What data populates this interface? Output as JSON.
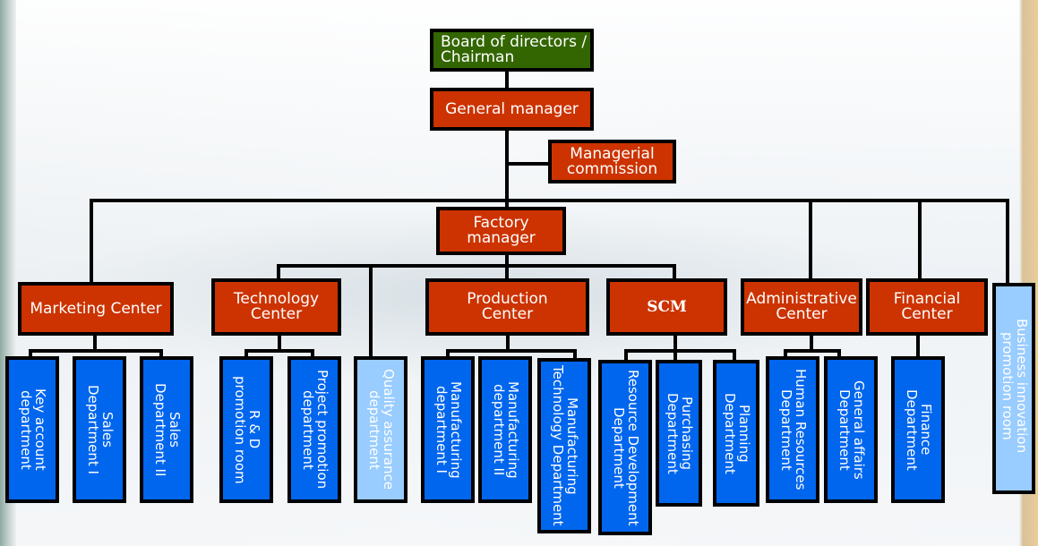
{
  "top": {
    "board": "Board of directors /\nChairman",
    "general_manager": "General manager",
    "managerial_commission": "Managerial\ncommission",
    "factory_manager": "Factory\nmanager"
  },
  "centers": {
    "marketing": "Marketing Center",
    "technology": "Technology\nCenter",
    "production": "Production\nCenter",
    "scm": "SCM",
    "administrative": "Administrative\nCenter",
    "financial": "Financial\nCenter"
  },
  "departments": {
    "key_account": "Key account\ndepartment",
    "sales_1": "Sales\nDepartment I",
    "sales_2": "Sales\nDepartment II",
    "rd_promotion": "R & D\npromotion room",
    "project_promotion": "Project promotion\ndepartment",
    "quality_assurance": "Quality assurance\ndepartment",
    "manufacturing_1": "Manufacturing\ndepartment I",
    "manufacturing_2": "Manufacturing\ndepartment II",
    "manufacturing_tech": "Manufacturing\nTechnology Department",
    "resource_dev": "Resource Development\nDepartment",
    "purchasing": "Purchasing\nDepartment",
    "planning": "Planning\nDepartment",
    "human_resources": "Human Resources\nDepartment",
    "general_affairs": "General affairs\nDepartment",
    "finance": "Finance\nDepartment",
    "business_innovation": "Business innovation\npromotion room"
  },
  "colors": {
    "board": "#336600",
    "manager": "#cc3300",
    "department": "#0066ee",
    "independent_unit": "#99ccff"
  }
}
